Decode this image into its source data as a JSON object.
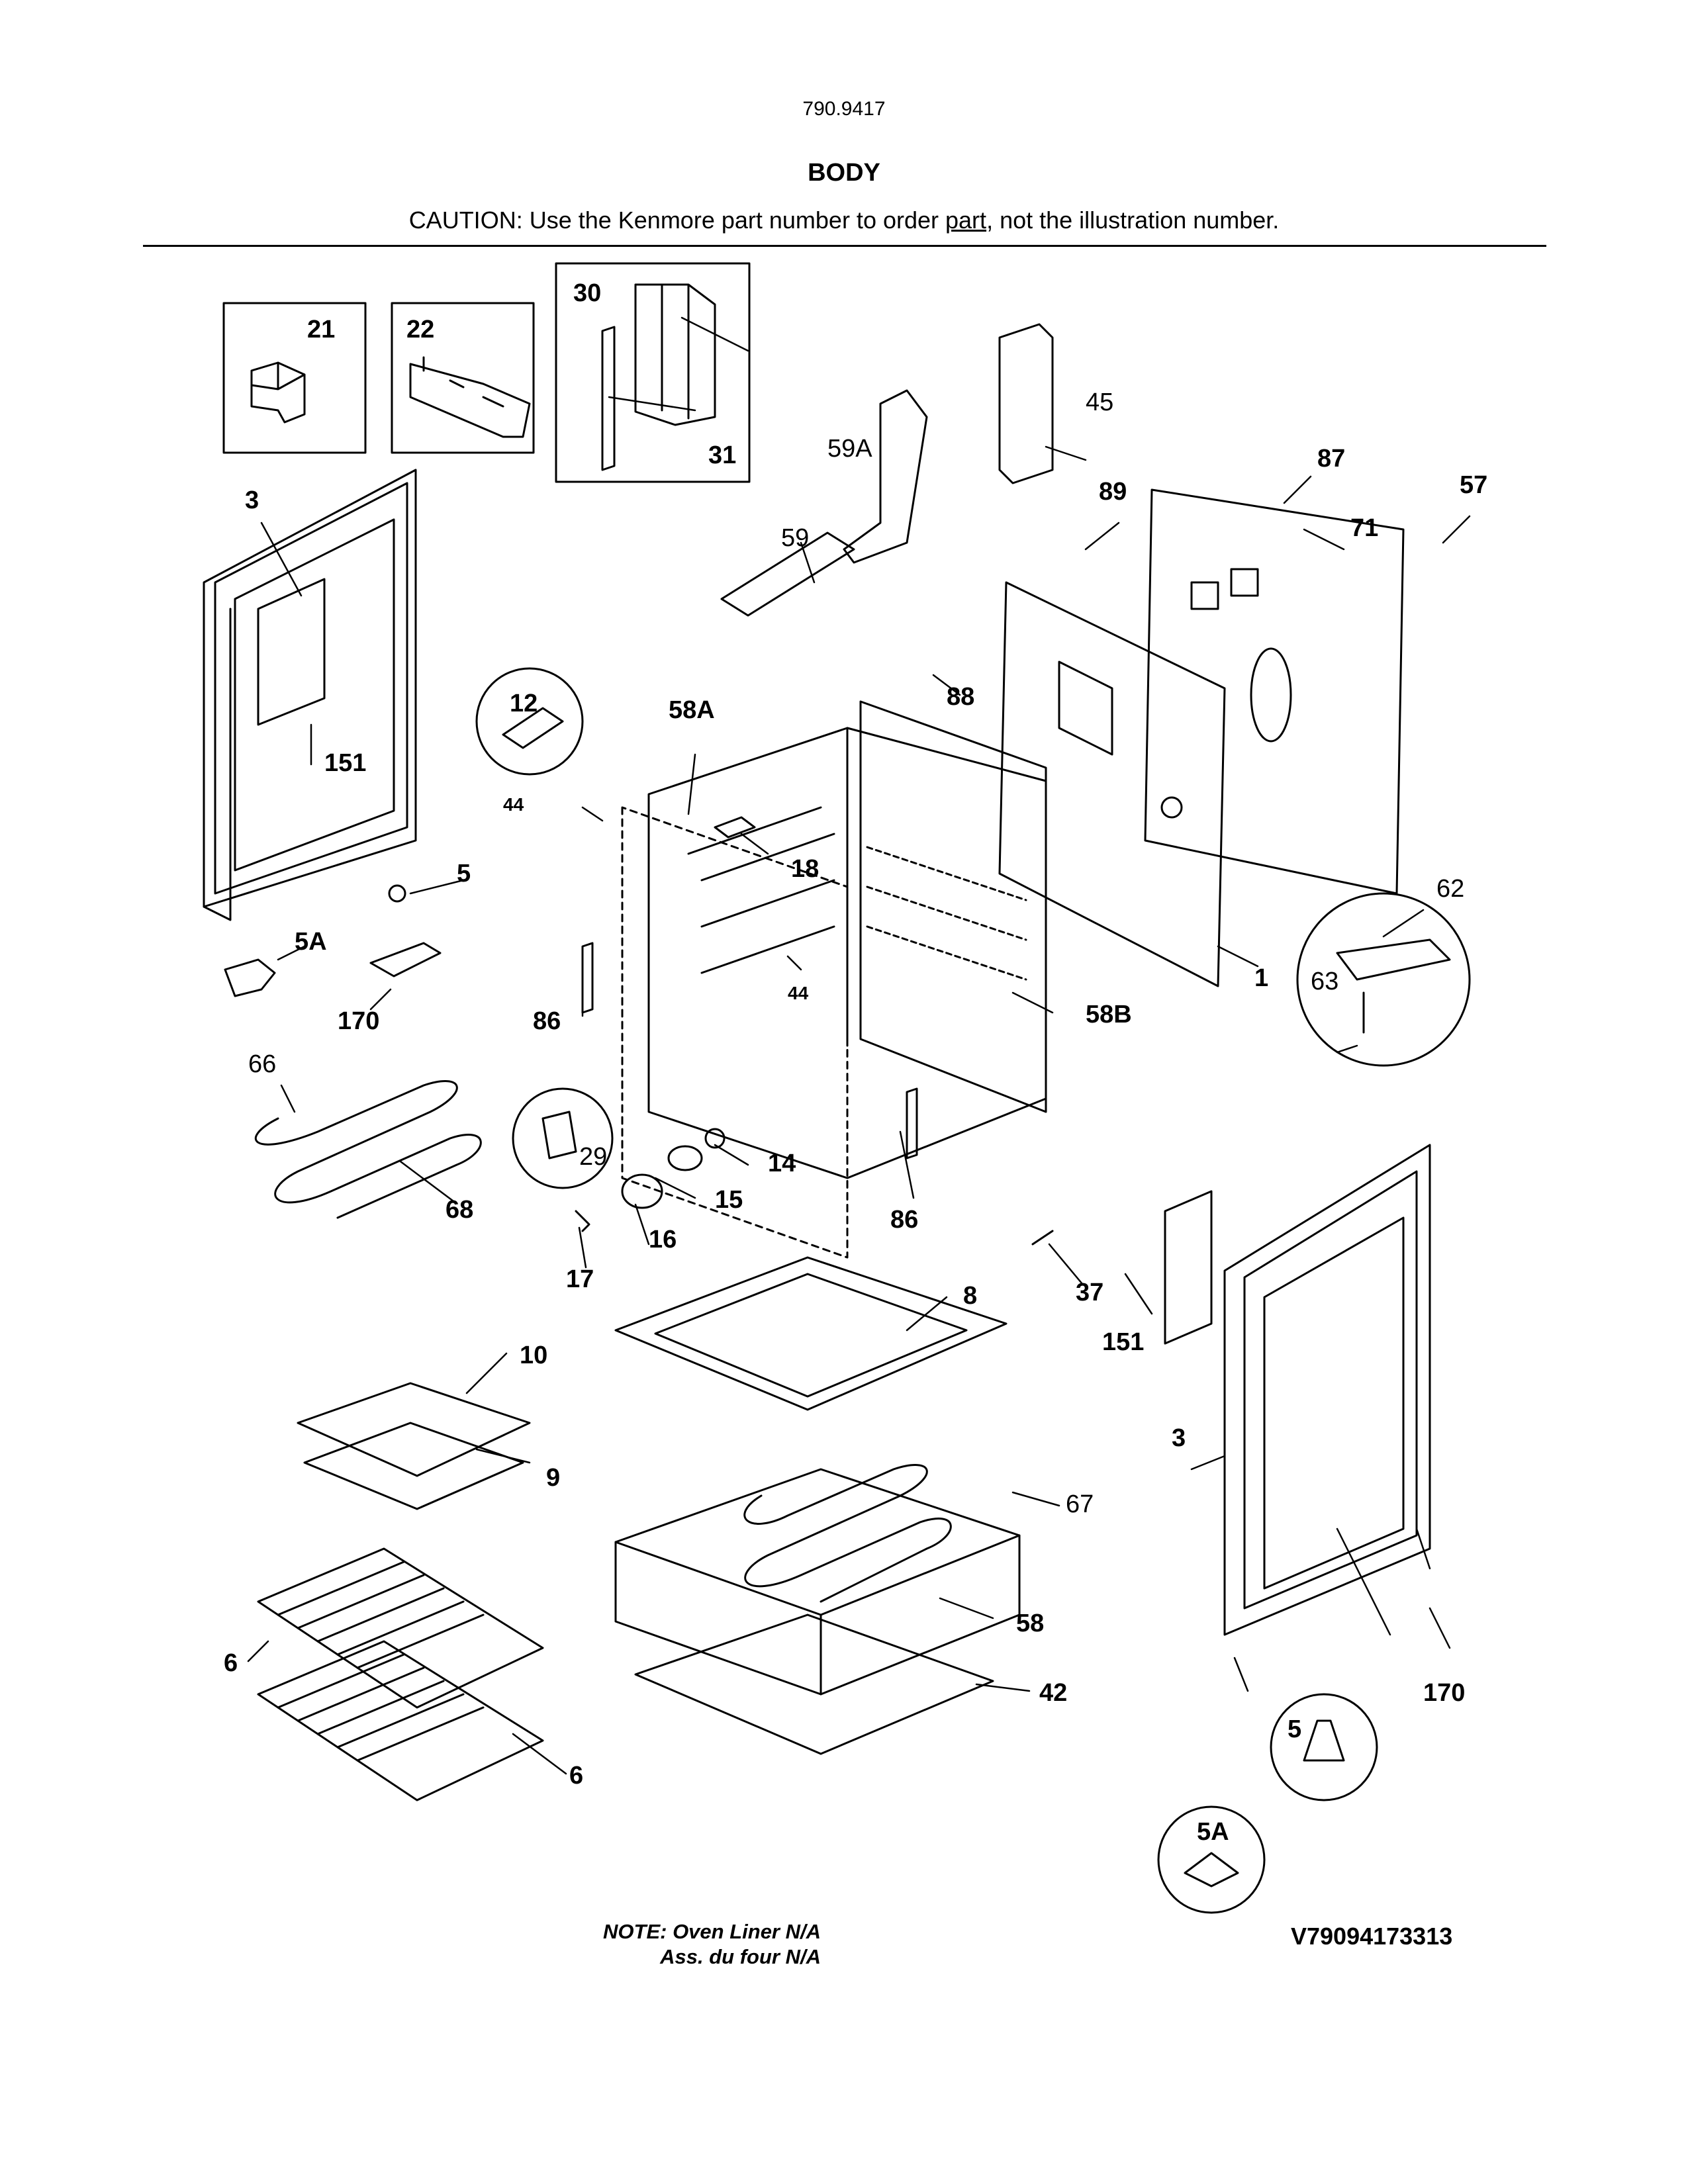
{
  "header": {
    "model_number": "790.9417",
    "section_title": "BODY",
    "caution_prefix": "CAUTION: Use the Kenmore part number to order ",
    "caution_underlined": "part",
    "caution_suffix": ", not the illustration number."
  },
  "callouts": [
    "30",
    "21",
    "22",
    "31",
    "45",
    "59A",
    "87",
    "57",
    "89",
    "71",
    "3",
    "59",
    "88",
    "12",
    "58A",
    "151",
    "44",
    "18",
    "62",
    "5",
    "63",
    "1",
    "5A",
    "170",
    "86",
    "44",
    "58B",
    "66",
    "29",
    "14",
    "15",
    "68",
    "86",
    "16",
    "17",
    "37",
    "8",
    "151",
    "10",
    "3",
    "9",
    "67",
    "58",
    "6",
    "42",
    "170",
    "5",
    "5A",
    "6"
  ],
  "footer": {
    "note_line1": "NOTE: Oven Liner N/A",
    "note_line2": "Ass. du four N/A",
    "drawing_code": "V79094173313"
  }
}
